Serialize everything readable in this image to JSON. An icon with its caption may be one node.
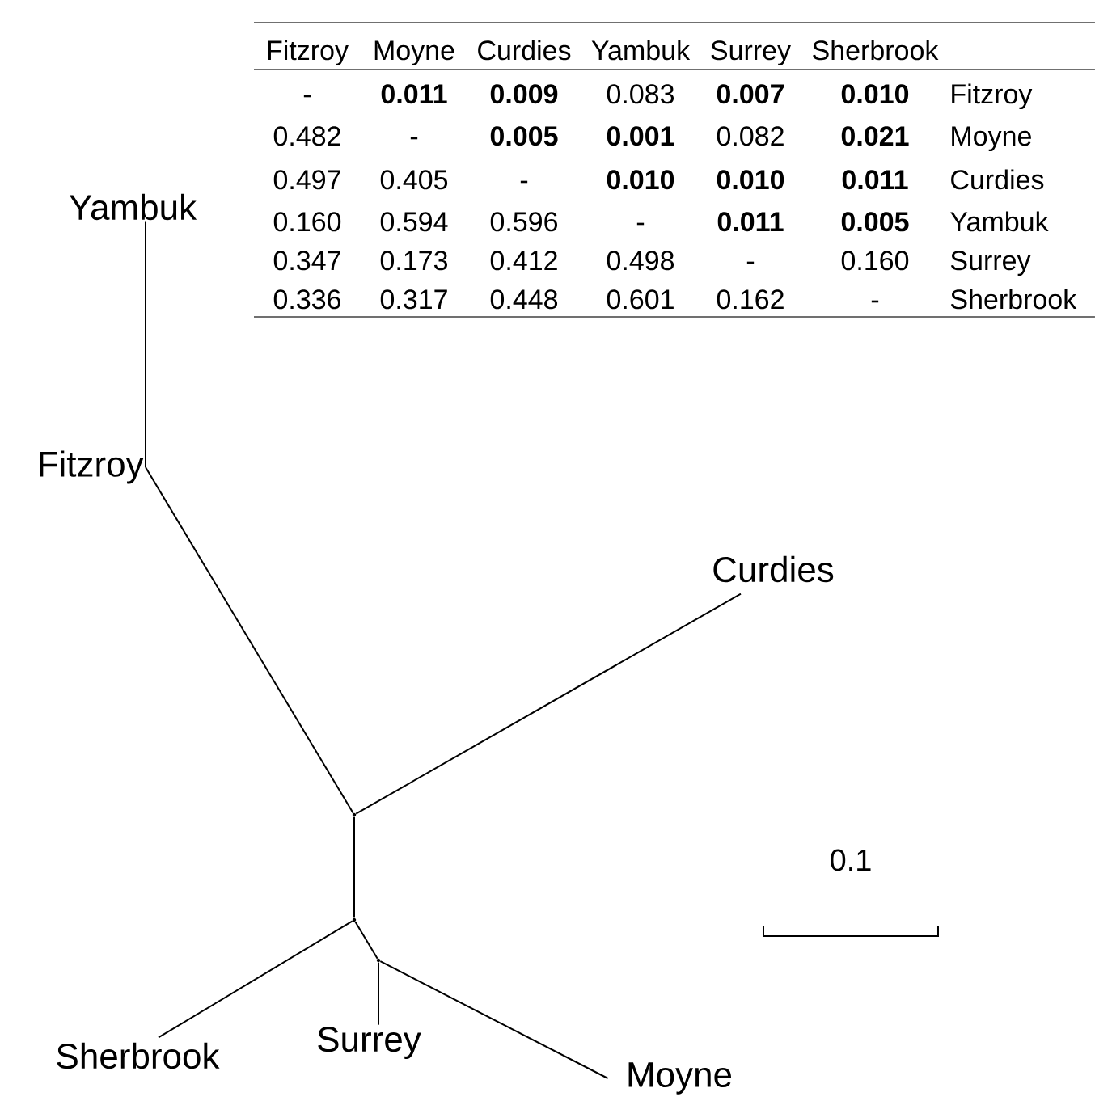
{
  "diagram": {
    "nodes": [
      {
        "text": [
          "Yambuk"
        ]
      },
      {
        "text": [
          "Fitzroy"
        ]
      },
      {
        "text": [
          "Curdies"
        ]
      },
      {
        "text": [],
        "shape": "point"
      },
      {
        "text": [],
        "shape": "point"
      },
      {
        "text": [],
        "shape": "point"
      },
      {
        "text": [
          "Sherbrook"
        ]
      },
      {
        "text": [
          "Surrey"
        ]
      },
      {
        "text": [
          "Moyne"
        ]
      }
    ],
    "edges": [
      {
        "from": 0,
        "to": 1,
        "arrow": "none"
      },
      {
        "from": 1,
        "to": 3,
        "arrow": "none"
      },
      {
        "from": 3,
        "to": 2,
        "arrow": "none"
      },
      {
        "from": 3,
        "to": 4,
        "arrow": "none"
      },
      {
        "from": 4,
        "to": 6,
        "arrow": "none"
      },
      {
        "from": 4,
        "to": 5,
        "arrow": "none"
      },
      {
        "from": 5,
        "to": 7,
        "arrow": "none"
      },
      {
        "from": 5,
        "to": 8,
        "arrow": "none"
      }
    ],
    "labels": [
      "Fitzroy",
      "Moyne",
      "Curdies",
      "Yambuk",
      "Surrey",
      "Sherbrook",
      "-",
      "**0.011**",
      "**0.009**",
      "0.083",
      "**0.007**",
      "**0.010**",
      "Fitzroy",
      "0.482",
      "-",
      "**0.005**",
      "**0.001**",
      "0.082",
      "**0.021**",
      "Moyne",
      "0.497",
      "0.405",
      "-",
      "**0.010**",
      "**0.010**",
      "**0.011**",
      "Curdies",
      "0.160",
      "0.594",
      "0.596",
      "-",
      "**0.011**",
      "**0.005**",
      "Yambuk",
      "0.347",
      "0.173",
      "0.412",
      "0.498",
      "-",
      "0.160",
      "Surrey",
      "0.336",
      "0.317",
      "0.448",
      "0.601",
      "0.162",
      "-",
      "Sherbrook",
      "0.1"
    ]
  }
}
